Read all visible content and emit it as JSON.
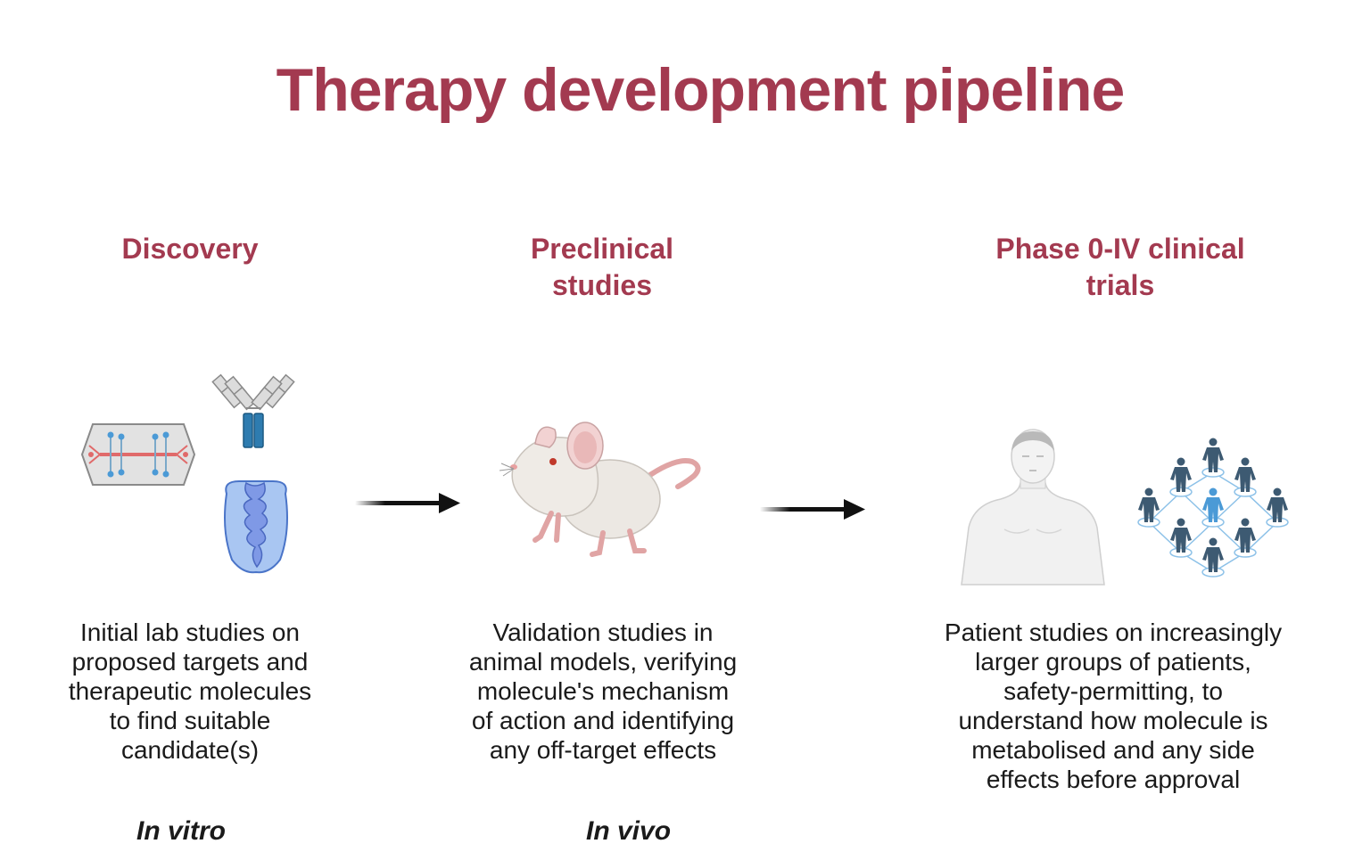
{
  "title": "Therapy development pipeline",
  "stages": [
    {
      "heading_lines": [
        "Discovery"
      ],
      "description_lines": [
        "Initial lab studies on",
        "proposed targets and",
        "therapeutic molecules",
        "to find suitable",
        "candidate(s)"
      ],
      "mode": "In vitro"
    },
    {
      "heading_lines": [
        "Preclinical",
        "studies"
      ],
      "description_lines": [
        "Validation studies in",
        "animal models, verifying",
        "molecule's mechanism",
        "of action and identifying",
        "any off-target effects"
      ],
      "mode": "In vivo"
    },
    {
      "heading_lines": [
        "Phase 0-IV clinical",
        "trials"
      ],
      "description_lines": [
        "Patient studies on increasingly",
        "larger groups of patients,",
        "safety-permitting, to",
        "understand how molecule is",
        "metabolised and any side",
        "effects before approval"
      ]
    }
  ],
  "colors": {
    "title": "#a33a50",
    "heading": "#a33a50",
    "text": "#1a1a1a",
    "arrow": "#111111",
    "people_dark": "#3d5a72",
    "people_highlight": "#4b9ad6"
  },
  "icons": {
    "discovery": [
      "organ-on-chip-icon",
      "antibody-icon",
      "organoid-icon"
    ],
    "preclinical": [
      "mouse-icon"
    ],
    "clinical": [
      "human-body-icon",
      "patient-network-icon"
    ]
  }
}
